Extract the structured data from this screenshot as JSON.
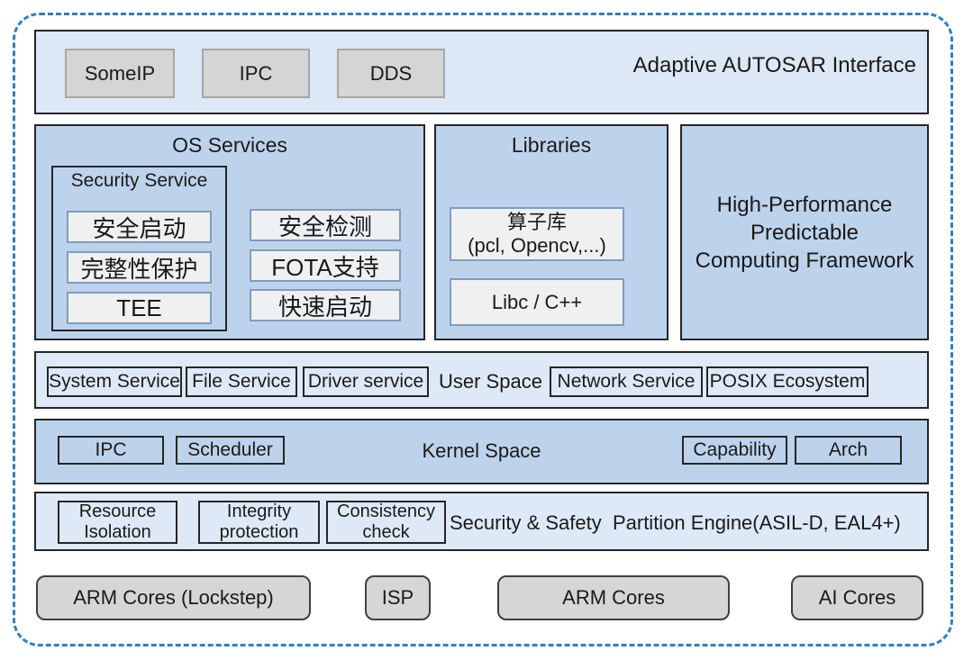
{
  "autosar": {
    "title": "Adaptive AUTOSAR Interface",
    "chips": [
      "SomeIP",
      "IPC",
      "DDS"
    ]
  },
  "os_services": {
    "title": "OS Services",
    "security": {
      "title": "Security Service",
      "items": [
        "安全启动",
        "完整性保护",
        "TEE"
      ]
    },
    "features": [
      "安全检测",
      "FOTA支持",
      "快速启动"
    ]
  },
  "libraries": {
    "title": "Libraries",
    "operator_lib": {
      "line1": "算子库",
      "line2": "(pcl, Opencv,...)"
    },
    "libc": "Libc / C++"
  },
  "computing_framework": {
    "line1": "High-Performance",
    "line2": "Predictable",
    "line3": "Computing Framework"
  },
  "user_space": {
    "label": "User Space",
    "left_items": [
      "System Service",
      "File Service",
      "Driver service"
    ],
    "right_items": [
      "Network Service",
      "POSIX Ecosystem"
    ]
  },
  "kernel_space": {
    "label": "Kernel Space",
    "left_items": [
      "IPC",
      "Scheduler"
    ],
    "right_items": [
      "Capability",
      "Arch"
    ]
  },
  "partition_engine": {
    "label": "Security & Safety  Partition Engine(ASIL-D, EAL4+)",
    "items": [
      {
        "line1": "Resource",
        "line2": "Isolation"
      },
      {
        "line1": "Integrity",
        "line2": "protection"
      },
      {
        "line1": "Consistency",
        "line2": "check"
      }
    ]
  },
  "hardware": {
    "items": [
      "ARM Cores (Lockstep)",
      "ISP",
      "ARM Cores",
      "AI Cores"
    ]
  },
  "colors": {
    "light_blue_fill": "#dce8f5",
    "row_light_fill": "#dde9f6",
    "medium_blue_fill": "#bdd3ec",
    "pill_fill": "#eef0f1",
    "pill_border": "#7f9dbd",
    "gray_chip_fill": "#d5d5d5",
    "gray_chip_border": "#a6a6a6",
    "hardware_fill": "#d6d6d6",
    "dark_border": "#262626",
    "dashed_frame_blue": "#2e7fc4"
  }
}
